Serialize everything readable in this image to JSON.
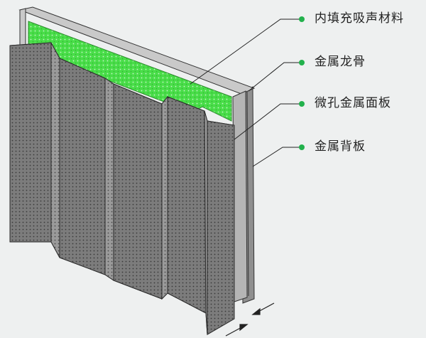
{
  "colors": {
    "background": "#eef0f0",
    "filler": "#4ee24e",
    "accent_dot": "#22b14c",
    "panel": "#7d7d7d",
    "panel_dark": "#555555",
    "frame": "#bdbdbd",
    "line": "#222222"
  },
  "callouts": [
    {
      "label": "内填充吸声材料",
      "marker": "dot"
    },
    {
      "label": "金属龙骨",
      "marker": "dot"
    },
    {
      "label": "微孔金属面板",
      "marker": "dot"
    },
    {
      "label": "金属背板",
      "marker": "dot"
    }
  ]
}
